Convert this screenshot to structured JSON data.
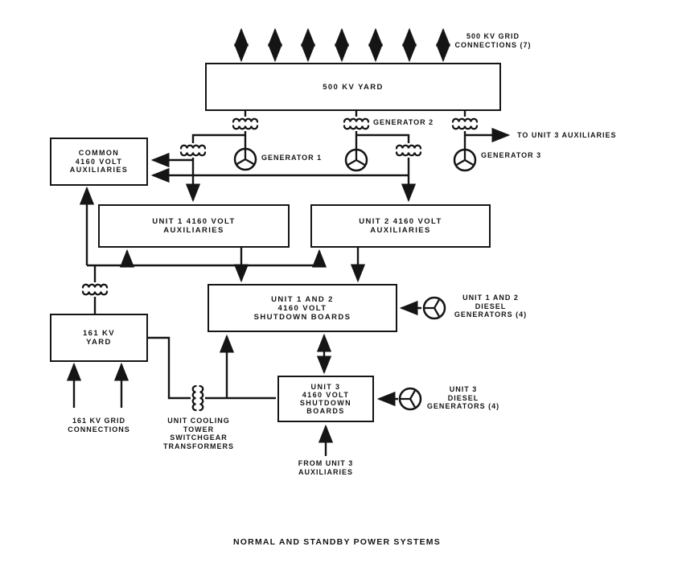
{
  "title": "NORMAL AND STANDBY POWER SYSTEMS",
  "colors": {
    "ink": "#151515",
    "background": "#ffffff"
  },
  "boxes": {
    "yard500": {
      "lines": [
        "500 KV YARD"
      ]
    },
    "common": {
      "lines": [
        "COMMON",
        "4160 VOLT",
        "AUXILIARIES"
      ]
    },
    "unit1aux": {
      "lines": [
        "UNIT 1 4160 VOLT",
        "AUXILIARIES"
      ]
    },
    "unit2aux": {
      "lines": [
        "UNIT 2 4160 VOLT",
        "AUXILIARIES"
      ]
    },
    "shutdown12": {
      "lines": [
        "UNIT 1 AND 2",
        "4160 VOLT",
        "SHUTDOWN BOARDS"
      ]
    },
    "yard161": {
      "lines": [
        "161 KV",
        "YARD"
      ]
    },
    "unit3sb": {
      "lines": [
        "UNIT 3",
        "4160 VOLT",
        "SHUTDOWN",
        "BOARDS"
      ]
    }
  },
  "labels": {
    "grid500": {
      "lines": [
        "500 KV GRID",
        "CONNECTIONS (7)"
      ]
    },
    "generator1": "GENERATOR 1",
    "generator2": "GENERATOR 2",
    "generator3": "GENERATOR 3",
    "to_unit3": "TO UNIT 3 AUXILIARIES",
    "diesel12": {
      "lines": [
        "UNIT 1 AND 2",
        "DIESEL",
        "GENERATORS (4)"
      ]
    },
    "diesel3": {
      "lines": [
        "UNIT 3",
        "DIESEL",
        "GENERATORS (4)"
      ]
    },
    "grid161": {
      "lines": [
        "161 KV GRID",
        "CONNECTIONS"
      ]
    },
    "cooling": {
      "lines": [
        "UNIT COOLING",
        "TOWER",
        "SWITCHGEAR",
        "TRANSFORMERS"
      ]
    },
    "from_unit3": {
      "lines": [
        "FROM UNIT 3",
        "AUXILIARIES"
      ]
    }
  }
}
